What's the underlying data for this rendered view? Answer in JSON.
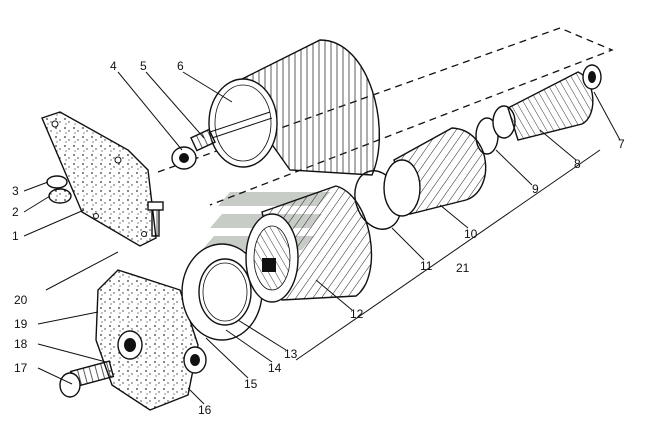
{
  "diagram": {
    "callouts": [
      {
        "id": "c1",
        "text": "1"
      },
      {
        "id": "c2",
        "text": "2"
      },
      {
        "id": "c3",
        "text": "3"
      },
      {
        "id": "c4",
        "text": "4"
      },
      {
        "id": "c5",
        "text": "5"
      },
      {
        "id": "c6",
        "text": "6"
      },
      {
        "id": "c7",
        "text": "7"
      },
      {
        "id": "c8",
        "text": "8"
      },
      {
        "id": "c9",
        "text": "9"
      },
      {
        "id": "c10",
        "text": "10"
      },
      {
        "id": "c11",
        "text": "11"
      },
      {
        "id": "c12",
        "text": "12"
      },
      {
        "id": "c13",
        "text": "13"
      },
      {
        "id": "c14",
        "text": "14"
      },
      {
        "id": "c15",
        "text": "15"
      },
      {
        "id": "c16",
        "text": "16"
      },
      {
        "id": "c17",
        "text": "17"
      },
      {
        "id": "c18",
        "text": "18"
      },
      {
        "id": "c19",
        "text": "19"
      },
      {
        "id": "c20",
        "text": "20"
      },
      {
        "id": "c21",
        "text": "21"
      }
    ],
    "colors": {
      "ink": "#111111",
      "paper": "#ffffff",
      "watermark": "#9aa39a"
    }
  }
}
